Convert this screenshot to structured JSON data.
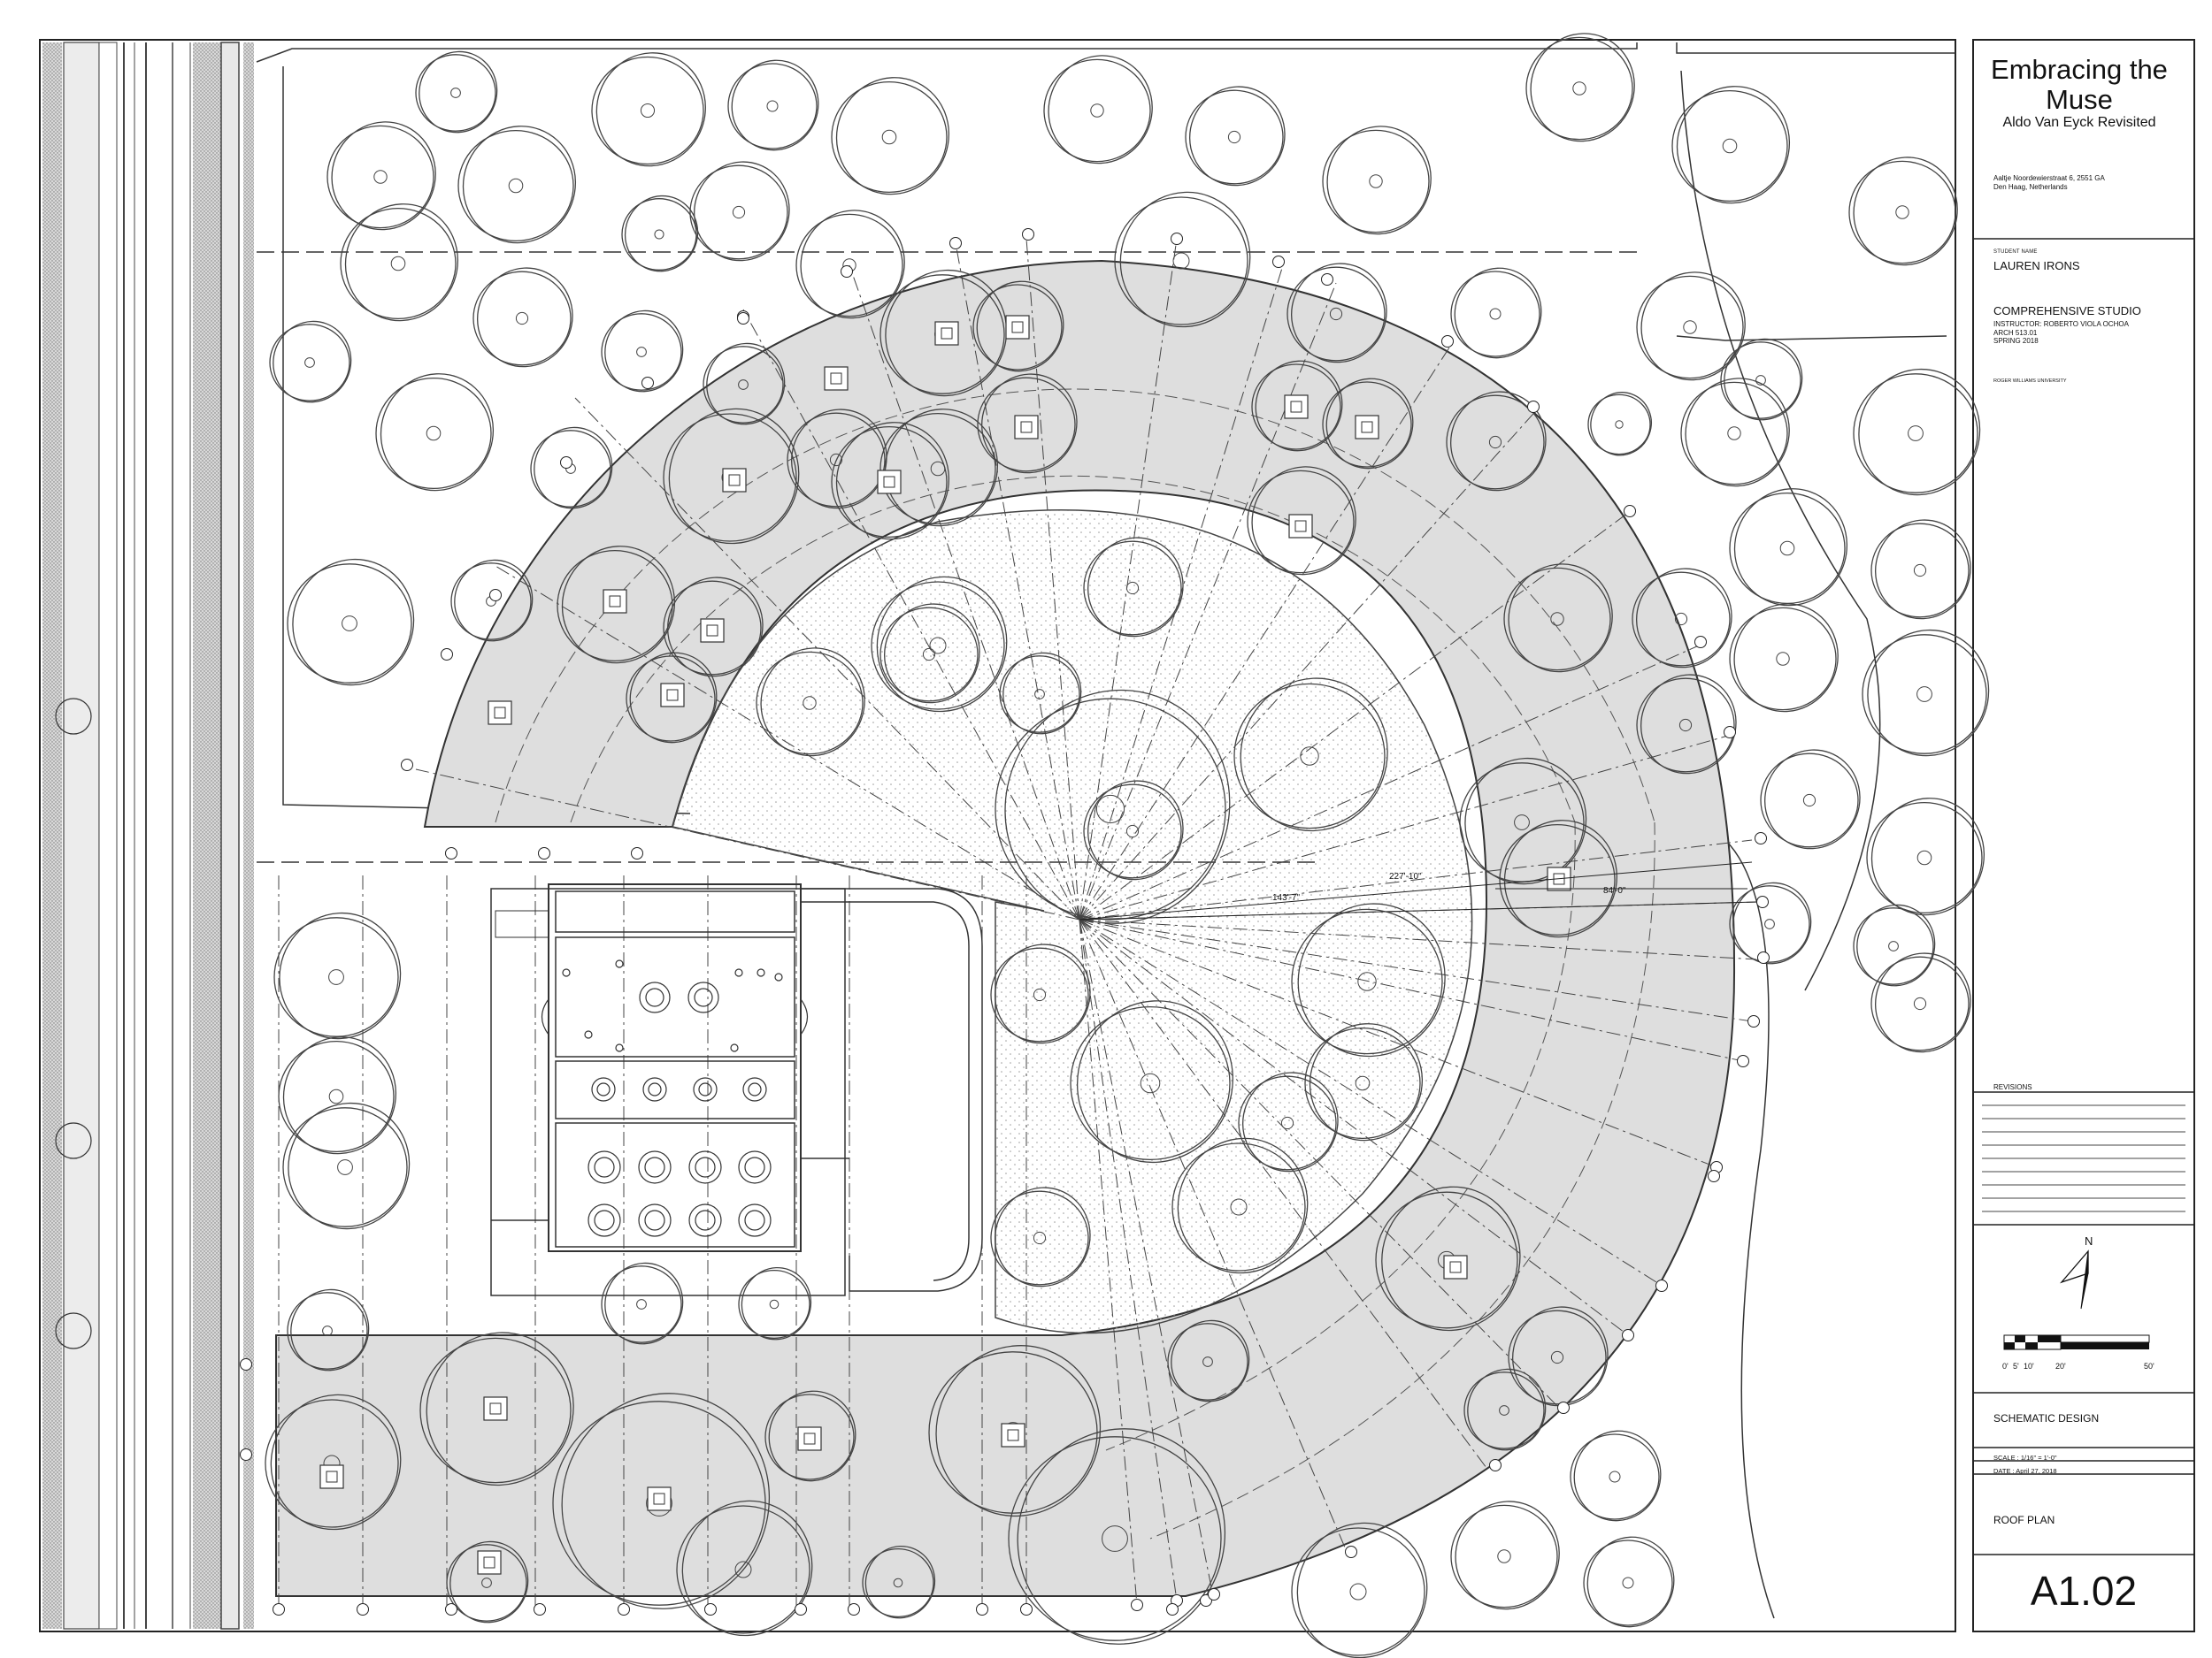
{
  "project": {
    "title": "Embracing the Muse",
    "subtitle": "Aldo Van Eyck Revisited",
    "address_line1": "Aaltje Noordewierstraat 6, 2551 GA",
    "address_line2": "Den Haag, Netherlands"
  },
  "student": {
    "label": "STUDENT NAME",
    "name": "LAUREN IRONS"
  },
  "course": {
    "name": "COMPREHENSIVE STUDIO",
    "instructor": "INSTRUCTOR: ROBERTO VIOLA OCHOA",
    "number": "ARCH 513.01",
    "term": "SPRING 2018",
    "university": "ROGER WILLIAMS UNIVERSITY"
  },
  "revisions_label": "REVISIONS",
  "north_label": "N",
  "scale_bar": {
    "ticks": [
      "0'",
      "5'",
      "10'",
      "20'",
      "50'"
    ]
  },
  "phase": "SCHEMATIC DESIGN",
  "scale_text": "SCALE :  1/16\" = 1'-0\"",
  "date_text": "DATE   :  April 27, 2018",
  "sheet_title": "ROOF PLAN",
  "sheet_number": "A1.02",
  "dimensions": {
    "radius_outer": "227'-10\"",
    "radius_inner": "143'-7\"",
    "ring_width": "84'-0\""
  }
}
